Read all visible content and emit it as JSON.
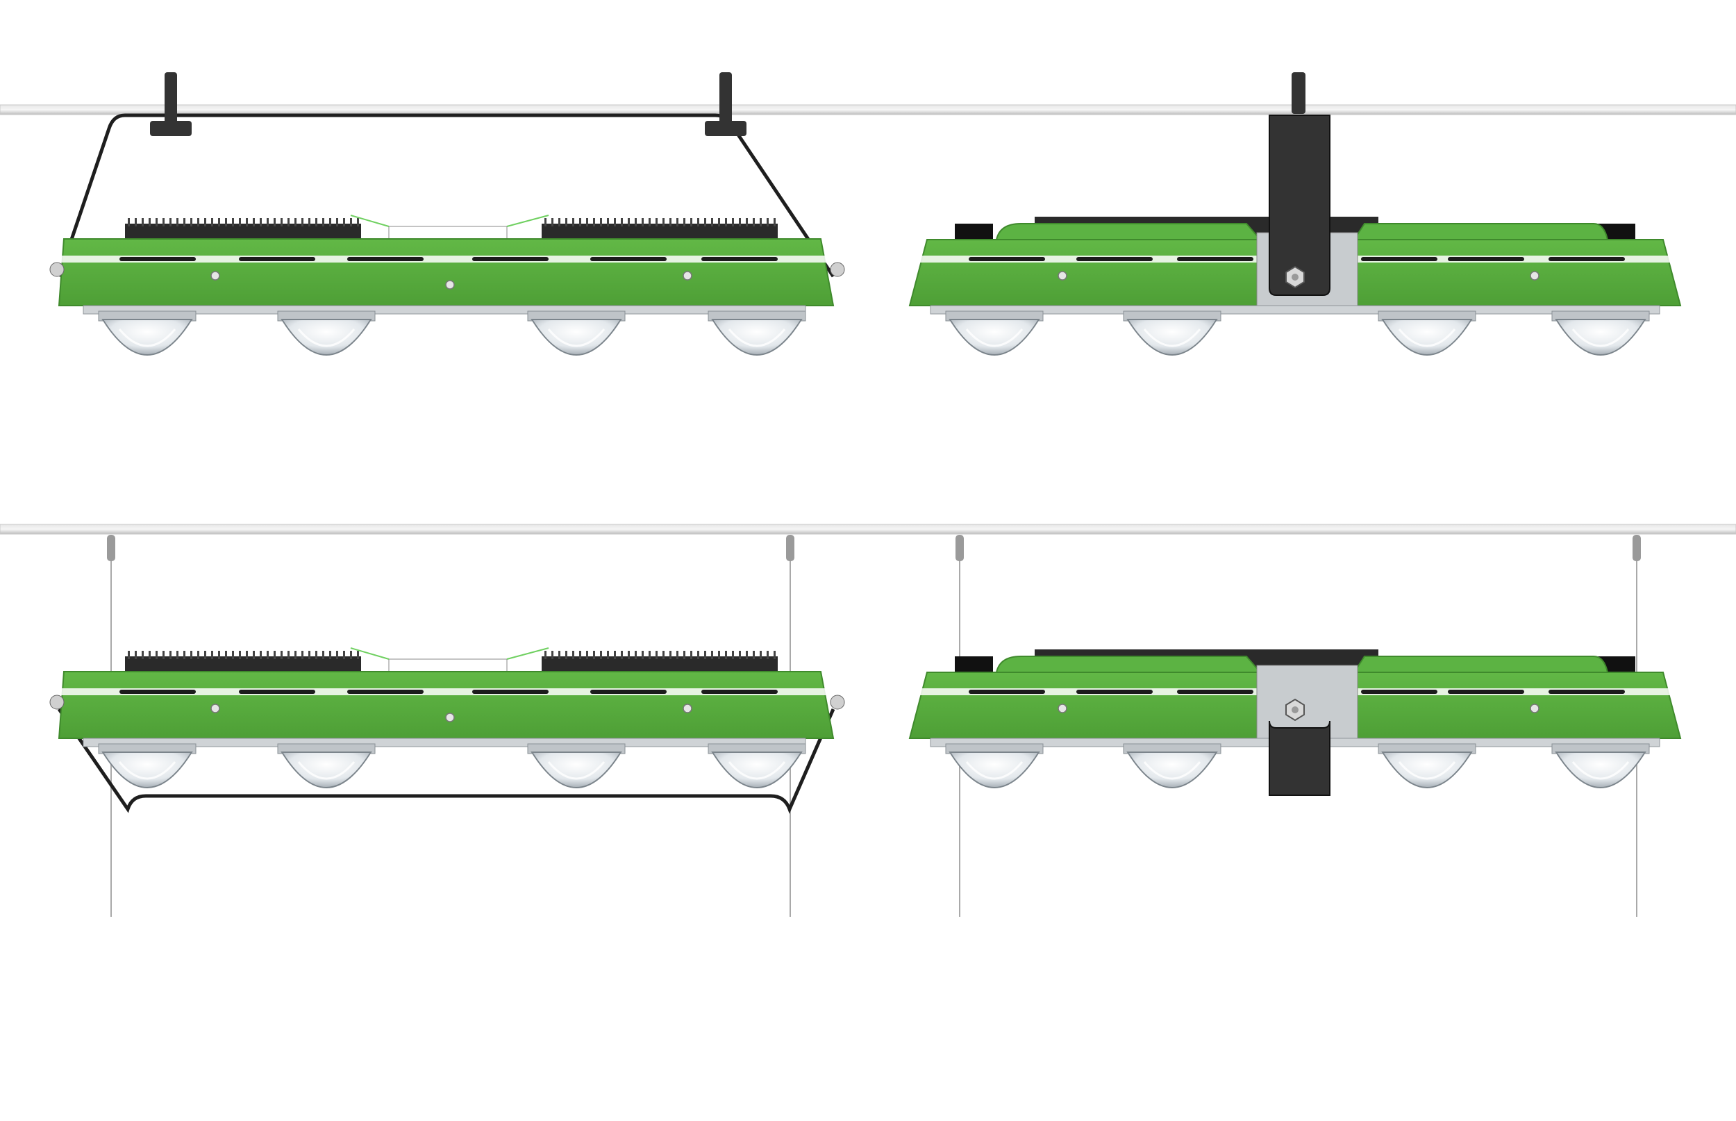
{
  "scene": {
    "colors": {
      "background": "#ffffff",
      "rail": "#c9c9c9",
      "rail_highlight": "#f2f2f2",
      "housing_green": "#58ad3f",
      "housing_green_dark": "#3f8a2c",
      "bracket": "#333333",
      "cable": "#a9a9a9",
      "heatsink": "#2a2a2a",
      "lens": "#d7dde3"
    },
    "panels": [
      {
        "mount": "yoke-clamp",
        "fixture": "side-view",
        "bracket": "wide-u-bracket"
      },
      {
        "mount": "center-clamp",
        "fixture": "front-view",
        "bracket": "center-post"
      },
      {
        "mount": "wire-suspension",
        "fixture": "side-view",
        "bracket": "wide-u-bracket"
      },
      {
        "mount": "wire-suspension",
        "fixture": "front-view",
        "bracket": "center-post"
      }
    ],
    "lens_count_per_fixture": 4
  }
}
